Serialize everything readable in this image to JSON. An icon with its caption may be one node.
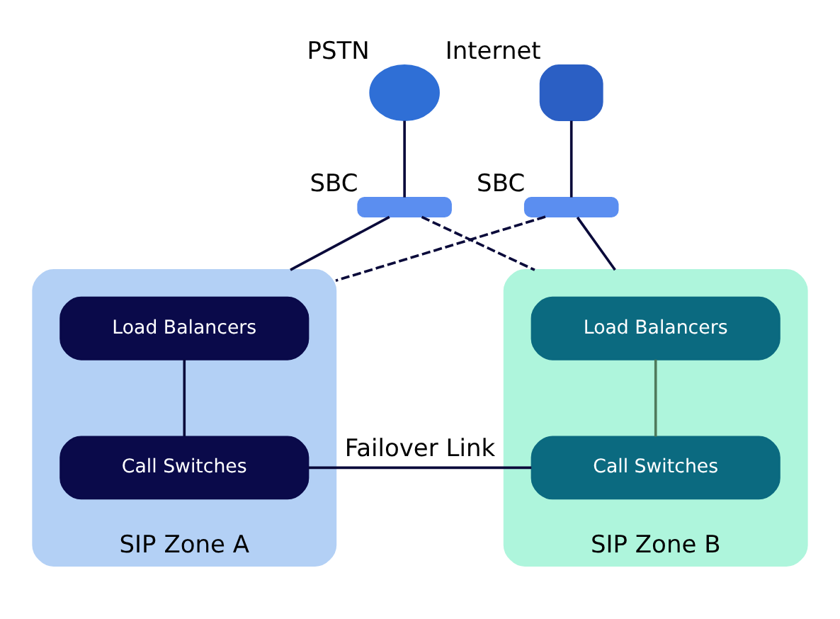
{
  "diagram": {
    "nodes": [
      {
        "text": [],
        "shape": "cloud",
        "beside": [
          "PSTN"
        ]
      },
      {
        "text": [],
        "shape": "phone",
        "beside": [
          "Internet"
        ]
      },
      {
        "text": [],
        "shape": "box",
        "beside": [
          "SBC"
        ]
      },
      {
        "text": [],
        "shape": "box",
        "beside": [
          "SBC"
        ]
      },
      {
        "text": [
          "SIP Zone A"
        ]
      },
      {
        "text": [
          "Load Balancers"
        ],
        "in": 4
      },
      {
        "text": [
          "Call Switches"
        ],
        "in": 4
      },
      {
        "text": [
          "SIP Zone B"
        ]
      },
      {
        "text": [
          "Load Balancers"
        ],
        "in": 7
      },
      {
        "text": [
          "Call Switches"
        ],
        "in": 7
      }
    ],
    "edges": [
      {
        "from": 0,
        "to": 2,
        "arrow": "none"
      },
      {
        "from": 1,
        "to": 3,
        "arrow": "none"
      },
      {
        "from": 2,
        "to": 4,
        "arrow": "none"
      },
      {
        "from": 2,
        "to": 7,
        "arrow": "none",
        "style": "dashed"
      },
      {
        "from": 3,
        "to": 4,
        "arrow": "none",
        "style": "dashed"
      },
      {
        "from": 3,
        "to": 7,
        "arrow": "none"
      },
      {
        "from": 5,
        "to": 6,
        "arrow": "none"
      },
      {
        "from": 6,
        "to": 9,
        "arrow": "none",
        "label": "Failover Link"
      },
      {
        "from": 8,
        "to": 9,
        "arrow": "none",
        "color": "#4f7a5c"
      }
    ]
  }
}
